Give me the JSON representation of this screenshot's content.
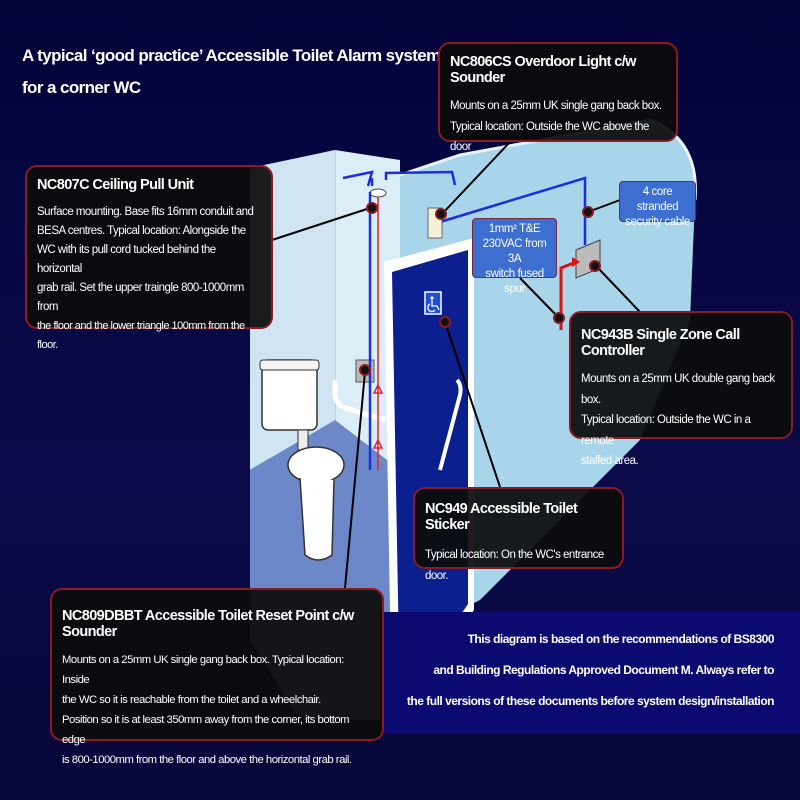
{
  "title": {
    "line1": "A typical ‘good practice’ Accessible Toilet Alarm system",
    "line2": "for a corner WC"
  },
  "callouts": {
    "overdoor": {
      "heading": "NC806CS Overdoor Light c/w Sounder",
      "lines": [
        "Mounts on a 25mm UK single gang back box.",
        "Typical location: Outside the WC above the door"
      ]
    },
    "pull": {
      "heading": "NC807C Ceiling Pull Unit",
      "lines": [
        "Surface mounting. Base fits 16mm conduit and",
        "BESA centres. Typical location: Alongside the",
        "WC with its pull cord tucked behind the horizontal",
        "grab rail. Set the upper traingle 800-1000mm from",
        "the floor and the lower triangle 100mm from the floor."
      ]
    },
    "controller": {
      "heading": "NC943B Single Zone Call Controller",
      "lines": [
        "Mounts on a 25mm UK double gang back box.",
        "Typical location: Outside the WC in a remote",
        "staffed area."
      ]
    },
    "sticker": {
      "heading": "NC949 Accessible Toilet Sticker",
      "lines": [
        "Typical location: On the WC's entrance door."
      ]
    },
    "reset": {
      "heading": "NC809DBBT Accessible Toilet Reset Point c/w Sounder",
      "lines": [
        "Mounts on a 25mm UK single gang back box. Typical location: Inside",
        "the WC so it is reachable from the toilet and a wheelchair.",
        "Position so it is at least 350mm away from the corner, its bottom edge",
        "is 800-1000mm from the floor and above the horizontal grab rail."
      ]
    }
  },
  "tags": {
    "cable": {
      "line1": "4 core stranded",
      "line2": "security cable"
    },
    "power": {
      "line1": "1mm² T&E",
      "line2": "230VAC from 3A",
      "line3": "switch fused spur"
    }
  },
  "note": {
    "lines": [
      "This diagram is based on the recommendations of BS8300",
      "and Building Regulations Approved Document M. Always refer to",
      "the full versions of these documents before system design/installation"
    ]
  },
  "colors": {
    "background": "#06063c",
    "callout_border": "#8b1a24",
    "cable": "#1a2ee0",
    "power_cable": "#e01010",
    "tag": "#3c6fd0"
  }
}
